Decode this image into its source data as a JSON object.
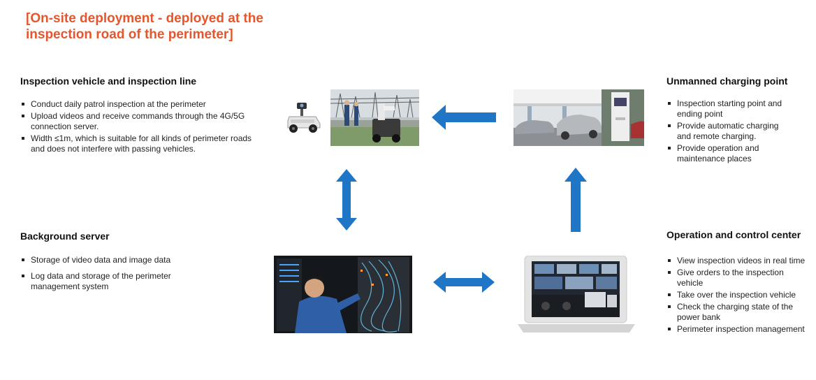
{
  "title": "[On-site deployment - deployed at the inspection road of the perimeter]",
  "sections": {
    "vehicle": {
      "title": "Inspection vehicle and inspection line",
      "items": [
        "Conduct daily patrol inspection at the perimeter",
        "Upload videos and receive commands through the 4G/5G connection server.",
        "Width ≤1m, which is suitable for all kinds of perimeter roads and does not interfere with passing vehicles."
      ]
    },
    "charging": {
      "title": "Unmanned charging point",
      "items": [
        "Inspection starting point and ending point",
        "Provide automatic charging and remote charging.",
        "Provide operation and maintenance places"
      ]
    },
    "server": {
      "title": "Background server",
      "items": [
        "Storage of video data and image data",
        "Log data and storage of the perimeter management system"
      ]
    },
    "control": {
      "title": "Operation and control center",
      "items": [
        "View inspection videos in real time",
        "Give orders to the inspection vehicle",
        "Take over the inspection vehicle",
        "Check the charging state of the power bank",
        "Perimeter inspection management"
      ]
    }
  },
  "colors": {
    "title": "#e4572e",
    "arrow": "#1f76c6"
  },
  "icons": [
    "robot-icon",
    "arrow-left-icon",
    "arrow-up-icon",
    "arrow-vertical-double-icon",
    "arrow-horizontal-double-icon",
    "laptop-icon"
  ]
}
